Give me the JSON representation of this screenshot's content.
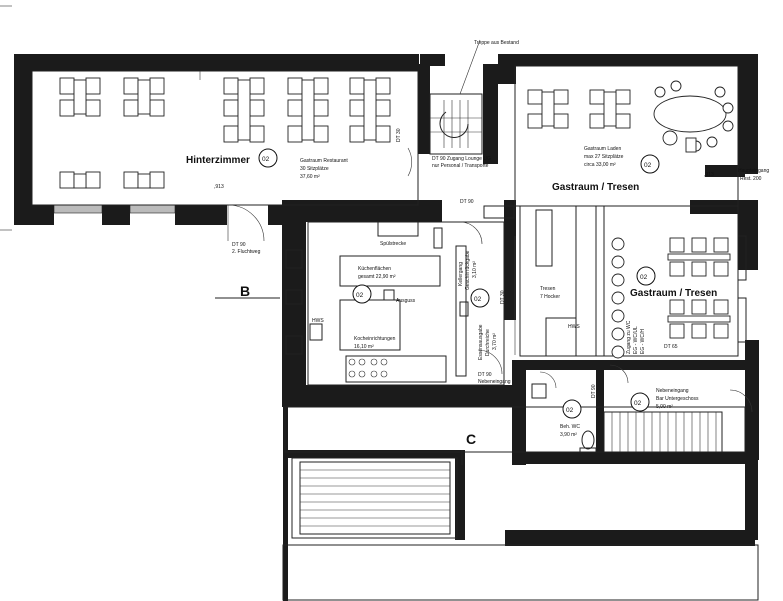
{
  "labels": {
    "stair_top": "Treppe aus Bestand",
    "hinterzimmer": "Hinterzimmer",
    "room_number": "02",
    "restaurant_1": "Gastraum Restaurant",
    "restaurant_2": "30 Sitzplätze",
    "restaurant_3": "37,60 m²",
    "dt90_lounge_1": "DT 90 Zugang Lounge UG",
    "dt90_lounge_2": "nur Personal / Transporte",
    "laden_1": "Gastraum Laden",
    "laden_2": "max 27 Sitzplätze",
    "laden_3": "circa 33,00 m²",
    "gastraum_tresen": "Gastraum / Tresen",
    "dt90_a": "DT 90",
    "dim_913": ",913",
    "dim_913b": ",913",
    "haupteingang_1": "Haupteingang",
    "haupteingang_2": "Rest. 200",
    "dt90_flucht_1": "DT 90",
    "dt90_flucht_2": "2. Fluchtweg",
    "section_b": "B",
    "section_c": "C",
    "spuelstrecke": "Spülstrecke",
    "kuechen_1": "Küchenflächen",
    "kuechen_2": "gesamt 22,90 m²",
    "ausguss": "Ausguss",
    "hws_1": "HWS",
    "hws_2": "HWS",
    "koch_1": "Kocheinrichtungen",
    "koch_2": "16,10 m²",
    "kellergang_1": "Kellergang",
    "kellergang_2": "Geschirrrückgabe",
    "kellergang_3": "3,10 m²",
    "essen_1": "Essensausgabe",
    "essen_2": "Durchreiche",
    "essen_3": "3,70 m²",
    "tresen_1": "Tresen",
    "tresen_2": "7 Hocker",
    "zugang_wc_1": "Zugang zu WC",
    "zugang_wc_2": "EG - WC/UL",
    "zugang_wc_3": "EG - WC/H",
    "dt90_neben_1": "DT 90",
    "dt90_neben_2": "Nebeneingang",
    "behwc_1": "Beh. WC",
    "behwc_2": "3,90 m²",
    "neben_1": "Nebeneingang",
    "neben_2": "Bar Untergeschoss",
    "neben_3": "5,00 m²",
    "dt30": "DT 30",
    "dt65": "DT 65",
    "dt90_small": "DT 90",
    "dt30_b": "DT 30"
  }
}
